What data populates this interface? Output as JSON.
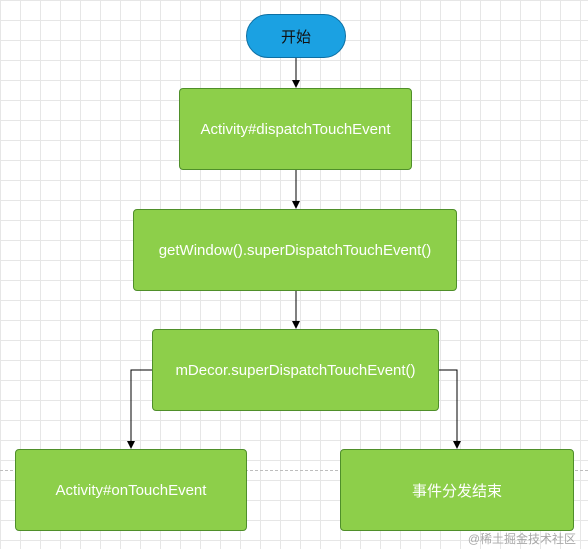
{
  "flowchart": {
    "start": "开始",
    "step_dispatch": "Activity#dispatchTouchEvent",
    "step_window": "getWindow().superDispatchTouchEvent()",
    "step_decor": "mDecor.superDispatchTouchEvent()",
    "branch_left": "Activity#onTouchEvent",
    "branch_right": "事件分发结束"
  },
  "colors": {
    "process_fill": "#8dcf4a",
    "terminal_fill": "#1ba1e2",
    "connector": "#000000"
  },
  "watermark": "@稀土掘金技术社区"
}
